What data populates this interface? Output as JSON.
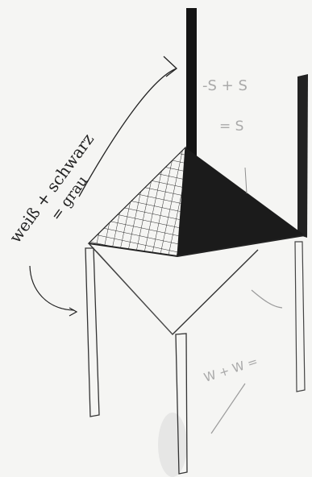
{
  "sketch": {
    "annotations": {
      "main_note_line1": "weiß + schwarz",
      "main_note_line2": "= grau",
      "top_right_formula_line1": "-S + S",
      "top_right_formula_line2": "= S",
      "lower_right_formula": "W + W ="
    },
    "colors": {
      "paper": "#f5f5f3",
      "ink": "#1b1b1b",
      "pencil": "#9c9c9c"
    }
  }
}
